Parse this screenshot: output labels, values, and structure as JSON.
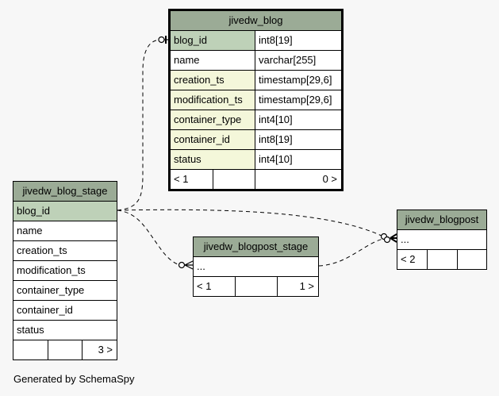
{
  "diagram": {
    "footer": "Generated by SchemaSpy",
    "tables": {
      "jivedw_blog": {
        "name": "jivedw_blog",
        "columns": [
          {
            "name": "blog_id",
            "type": "int8[19]"
          },
          {
            "name": "name",
            "type": "varchar[255]"
          },
          {
            "name": "creation_ts",
            "type": "timestamp[29,6]"
          },
          {
            "name": "modification_ts",
            "type": "timestamp[29,6]"
          },
          {
            "name": "container_type",
            "type": "int4[10]"
          },
          {
            "name": "container_id",
            "type": "int8[19]"
          },
          {
            "name": "status",
            "type": "int4[10]"
          }
        ],
        "footer": {
          "parents": "< 1",
          "children": "0 >"
        }
      },
      "jivedw_blog_stage": {
        "name": "jivedw_blog_stage",
        "columns": [
          "blog_id",
          "name",
          "creation_ts",
          "modification_ts",
          "container_type",
          "container_id",
          "status"
        ],
        "footer": {
          "parents": "",
          "children": "3 >"
        }
      },
      "jivedw_blogpost_stage": {
        "name": "jivedw_blogpost_stage",
        "columns": [
          "..."
        ],
        "footer": {
          "parents": "< 1",
          "children": "1 >"
        }
      },
      "jivedw_blogpost": {
        "name": "jivedw_blogpost",
        "columns": [
          "..."
        ],
        "footer": {
          "parents": "< 2",
          "children": ""
        }
      }
    }
  }
}
